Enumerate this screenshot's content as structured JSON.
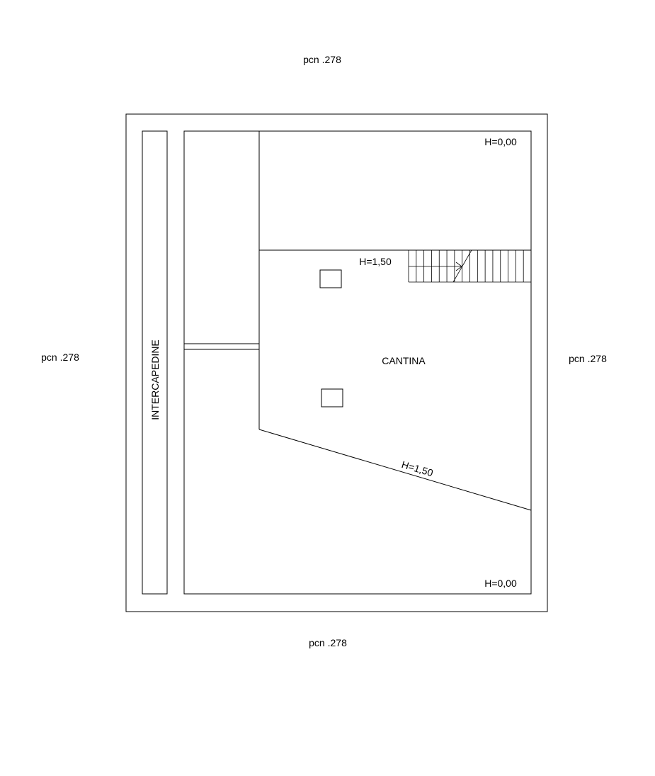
{
  "neighbors": {
    "top": "pcn .278",
    "left": "pcn .278",
    "right": "pcn .278",
    "bottom": "pcn .278"
  },
  "rooms": {
    "side_strip": "INTERCAPEDINE",
    "main": "CANTINA"
  },
  "heights": {
    "top_right": "H=0,00",
    "landing": "H=1,50",
    "slope": "H=1,50",
    "bottom_right": "H=0,00"
  },
  "stair": {
    "steps": 16
  }
}
